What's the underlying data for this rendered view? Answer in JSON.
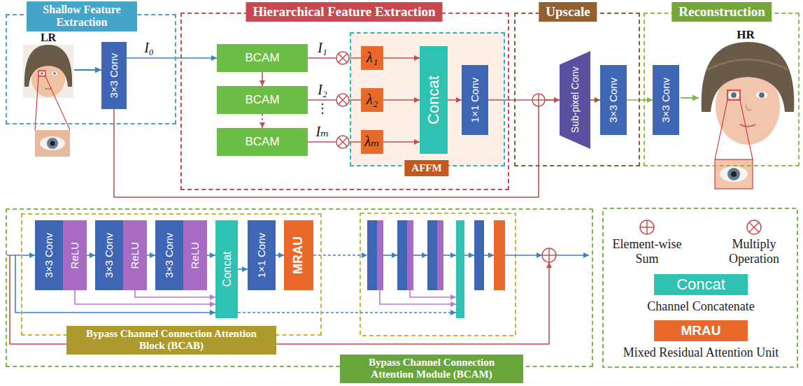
{
  "diagram": {
    "nodes": [
      {
        "text": [
          "Shallow Feature Extraction"
        ]
      },
      {
        "text": [
          "3×3 Conv"
        ],
        "in": 0
      },
      {
        "text": [
          "Hierarchical Feature Extraction"
        ]
      },
      {
        "text": [
          "BCAM"
        ],
        "in": 2
      },
      {
        "text": [
          "BCAM"
        ],
        "in": 2
      },
      {
        "text": [
          "BCAM"
        ],
        "in": 2
      },
      {
        "text": [
          "AFFM"
        ],
        "in": 2
      },
      {
        "text": [
          "λ₁"
        ],
        "in": 6
      },
      {
        "text": [
          "λ₂"
        ],
        "in": 6
      },
      {
        "text": [
          "λₘ"
        ],
        "in": 6
      },
      {
        "text": [
          "Concat"
        ],
        "in": 6
      },
      {
        "text": [
          "1×1 Conv"
        ],
        "in": 6
      },
      {
        "text": [
          "Upscale"
        ]
      },
      {
        "text": [
          "Sub-pixel Conv"
        ],
        "in": 12
      },
      {
        "text": [
          "3×3 Conv"
        ],
        "in": 12
      },
      {
        "text": [
          "Reconstruction"
        ]
      },
      {
        "text": [
          "3×3 Conv"
        ],
        "in": 15
      },
      {
        "text": [
          "Bypass Channel Connection Attention Module (BCAM)"
        ]
      },
      {
        "text": [
          "Bypass Channel Connection Attention Block (BCAB)"
        ],
        "in": 17
      },
      {
        "text": [
          "3×3 Conv"
        ],
        "in": 18
      },
      {
        "text": [
          "ReLU"
        ],
        "in": 18
      },
      {
        "text": [
          "3×3 Conv"
        ],
        "in": 18
      },
      {
        "text": [
          "ReLU"
        ],
        "in": 18
      },
      {
        "text": [
          "3×3 Conv"
        ],
        "in": 18
      },
      {
        "text": [
          "ReLU"
        ],
        "in": 18
      },
      {
        "text": [
          "Concat"
        ],
        "in": 18
      },
      {
        "text": [
          "1×1 Conv"
        ],
        "in": 18
      },
      {
        "text": [
          "MRAU"
        ],
        "in": 18
      }
    ],
    "edges": [
      {
        "from": 1,
        "to": 3,
        "arrow": "to",
        "label": "I₀"
      },
      {
        "from": 3,
        "to": 4,
        "arrow": "to"
      },
      {
        "from": 4,
        "to": 5,
        "arrow": "to"
      },
      {
        "from": 3,
        "to": 7,
        "arrow": "none",
        "label": "I₁"
      },
      {
        "from": 4,
        "to": 8,
        "arrow": "none",
        "label": "I₂"
      },
      {
        "from": 5,
        "to": 9,
        "arrow": "none",
        "label": "Iₘ"
      },
      {
        "from": 7,
        "to": 10,
        "arrow": "to"
      },
      {
        "from": 8,
        "to": 10,
        "arrow": "to"
      },
      {
        "from": 9,
        "to": 10,
        "arrow": "to"
      },
      {
        "from": 10,
        "to": 11,
        "arrow": "to"
      },
      {
        "from": 11,
        "to": 13,
        "arrow": "to"
      },
      {
        "from": 1,
        "to": 13,
        "arrow": "to"
      },
      {
        "from": 13,
        "to": 14,
        "arrow": "to"
      },
      {
        "from": 14,
        "to": 16,
        "arrow": "to"
      },
      {
        "from": 20,
        "to": 21,
        "arrow": "to"
      },
      {
        "from": 22,
        "to": 23,
        "arrow": "to"
      },
      {
        "from": 24,
        "to": 25,
        "arrow": "to"
      },
      {
        "from": 25,
        "to": 26,
        "arrow": "to"
      },
      {
        "from": 26,
        "to": 27,
        "arrow": "to"
      },
      {
        "from": 20,
        "to": 25,
        "arrow": "to"
      },
      {
        "from": 22,
        "to": 25,
        "arrow": "to"
      }
    ],
    "labels": [
      "LR",
      "HR",
      "⋮",
      "Concat",
      "MRAU"
    ],
    "legend": [
      {
        "text": "Element-wise Sum"
      },
      {
        "text": "Multiply Operation"
      },
      {
        "text": "Channel Concatenate",
        "color": "#2fc1b2"
      },
      {
        "text": "Mixed Residual Attention Unit",
        "color": "#e8692a"
      }
    ]
  }
}
